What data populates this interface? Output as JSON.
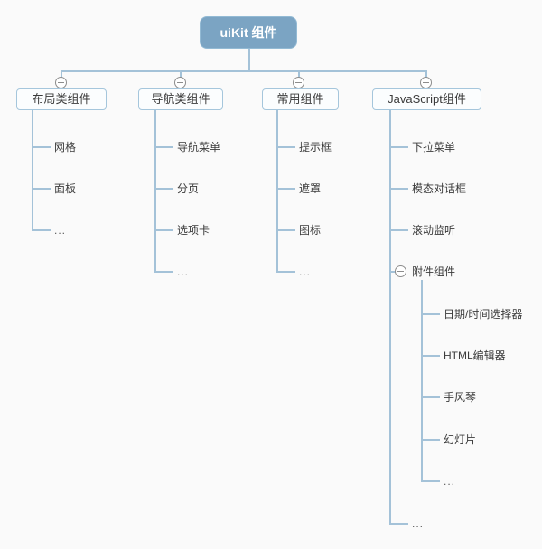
{
  "colors": {
    "page_bg": "#fafafa",
    "root_fill": "#7ba4c3",
    "root_border": "#93bad4",
    "root_text": "#ffffff",
    "box_fill": "#fbfdfe",
    "box_border": "#a5c6dc",
    "line": "#a4c2d8",
    "text": "#3b3b3b",
    "dots": "#5a5a5a",
    "collapse": "#8c8c8c"
  },
  "tree": {
    "root": "uiKit 组件",
    "branches": [
      {
        "label": "布局类组件",
        "children": [
          "网格",
          "面板",
          "..."
        ]
      },
      {
        "label": "导航类组件",
        "children": [
          "导航菜单",
          "分页",
          "选项卡",
          "..."
        ]
      },
      {
        "label": "常用组件",
        "children": [
          "提示框",
          "遮罩",
          "图标",
          "..."
        ]
      },
      {
        "label": "JavaScript组件",
        "children": [
          "下拉菜单",
          "模态对话框",
          "滚动监听",
          {
            "label": "附件组件",
            "children": [
              "日期/时间选择器",
              "HTML编辑器",
              "手风琴",
              "幻灯片",
              "..."
            ]
          },
          "..."
        ]
      }
    ]
  }
}
